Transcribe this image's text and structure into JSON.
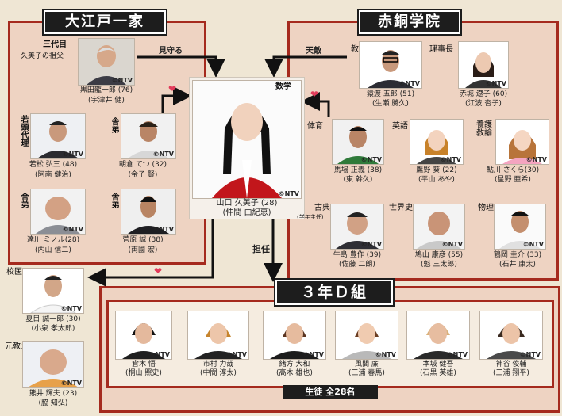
{
  "groups": {
    "oedo": "大江戸一家",
    "akado": "赤銅学院",
    "class": "３年Ｄ組"
  },
  "relations": {
    "mimamoru": "見守る",
    "tenteki": "天敵",
    "tannin": "担任"
  },
  "watermark": "©NTV",
  "people": {
    "kuroda": {
      "role": "三代目",
      "subtitle": "久美子の祖父",
      "name": "黒田龍一郎 (76)",
      "actor": "(宇津井 健)"
    },
    "wakamatsu": {
      "role": "若頭代理",
      "name": "若松 弘三 (48)",
      "actor": "(阿南 健治)"
    },
    "asakura": {
      "role": "舎弟",
      "name": "朝倉 てつ (32)",
      "actor": "(金子 賢)"
    },
    "tatsukawa": {
      "role": "舎弟",
      "name": "達川 ミノル(28)",
      "actor": "(内山 信二)"
    },
    "sugahara": {
      "role": "舎弟",
      "name": "菅原 誠 (38)",
      "actor": "(両國 宏)"
    },
    "yamaguchi": {
      "role": "数学",
      "name": "山口 久美子 (28)",
      "actor": "(仲間 由紀恵)"
    },
    "sarutoki": {
      "role": "教頭",
      "name": "猿渡 五郎 (51)",
      "actor": "(生瀬 勝久)"
    },
    "akagi": {
      "role": "理事長",
      "name": "赤城 遼子 (60)",
      "actor": "(江波 杏子)"
    },
    "baba": {
      "role": "体育",
      "name": "馬場 正義 (38)",
      "actor": "(東 幹久)"
    },
    "takano": {
      "role": "英語",
      "name": "鷹野 葵 (22)",
      "actor": "(平山 あや)"
    },
    "ayukawa": {
      "role": "養護教諭",
      "name": "鮎川 さくら(30)",
      "actor": "(星野 亜希)"
    },
    "ushijima": {
      "role": "古典",
      "subrole": "(学年主任)",
      "name": "牛島 豊作 (39)",
      "actor": "(佐藤 二朗)"
    },
    "hatoyama": {
      "role": "世界史",
      "name": "鳩山 康彦 (55)",
      "actor": "(魁 三太郎)"
    },
    "tsuruoka": {
      "role": "物理",
      "name": "鶴岡 圭介 (33)",
      "actor": "(石井 康太)"
    },
    "natsume": {
      "role": "校医",
      "name": "夏目 誠一郎 (30)",
      "actor": "(小泉 孝太郎)"
    },
    "kumai": {
      "role": "元教え子",
      "name": "熊井 輝夫 (23)",
      "actor": "(脇 知弘)"
    },
    "kurashi": {
      "name": "倉木 悟",
      "actor": "(桐山 照史)"
    },
    "ichimura": {
      "name": "市村 力哉",
      "actor": "(中間 淳太)"
    },
    "ogata": {
      "name": "緒方 大和",
      "actor": "(高木 雄也)"
    },
    "kazama": {
      "name": "風間 廉",
      "actor": "(三浦 春馬)"
    },
    "honjo": {
      "name": "本城 健吾",
      "actor": "(石黒 英雄)"
    },
    "kamiya": {
      "name": "神谷 俊輔",
      "actor": "(三浦 翔平)"
    }
  },
  "students_total": "生徒 全28名",
  "colors": {
    "frame": "#a52a1e",
    "pink": "#eed3c2",
    "plate": "#1d1d1d",
    "heart": "#e23b5a"
  }
}
